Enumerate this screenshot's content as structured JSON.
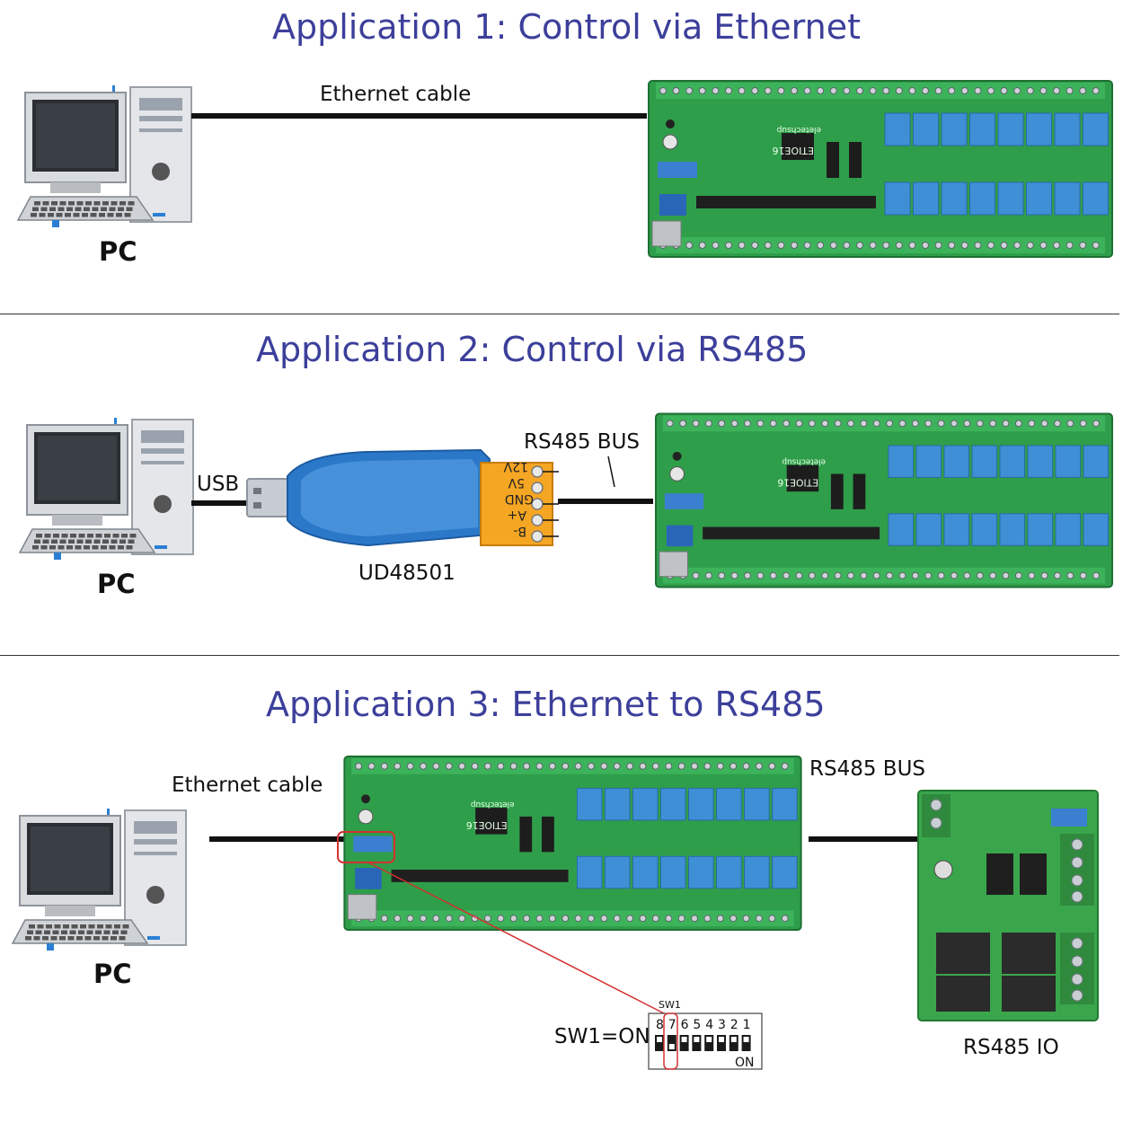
{
  "sections": [
    {
      "title": "Application 1: Control via Ethernet",
      "pc_label": "PC",
      "cable_label": "Ethernet cable"
    },
    {
      "title": "Application 2: Control via RS485",
      "pc_label": "PC",
      "usb_label": "USB",
      "bus_label": "RS485 BUS",
      "converter_name": "UD48501",
      "terminal_labels": [
        "12V",
        "5V",
        "GND",
        "A+",
        "B-"
      ]
    },
    {
      "title": "Application 3: Ethernet to RS485",
      "pc_label": "PC",
      "cable_label": "Ethernet cable",
      "bus_label": "RS485 BUS",
      "io_label": "RS485 IO",
      "switch": {
        "caption": "SW1=ON",
        "header": "SW1",
        "numbers": [
          "8",
          "7",
          "6",
          "5",
          "4",
          "3",
          "2",
          "1"
        ],
        "on_label": "ON"
      }
    }
  ],
  "board": {
    "brand": "eletechsup",
    "model": "ETIOE16"
  },
  "colors": {
    "title": "#3c3f9a",
    "board_green": "#2f9e4a",
    "relay_blue": "#3e8fd6",
    "highlight_red": "#d43030"
  }
}
